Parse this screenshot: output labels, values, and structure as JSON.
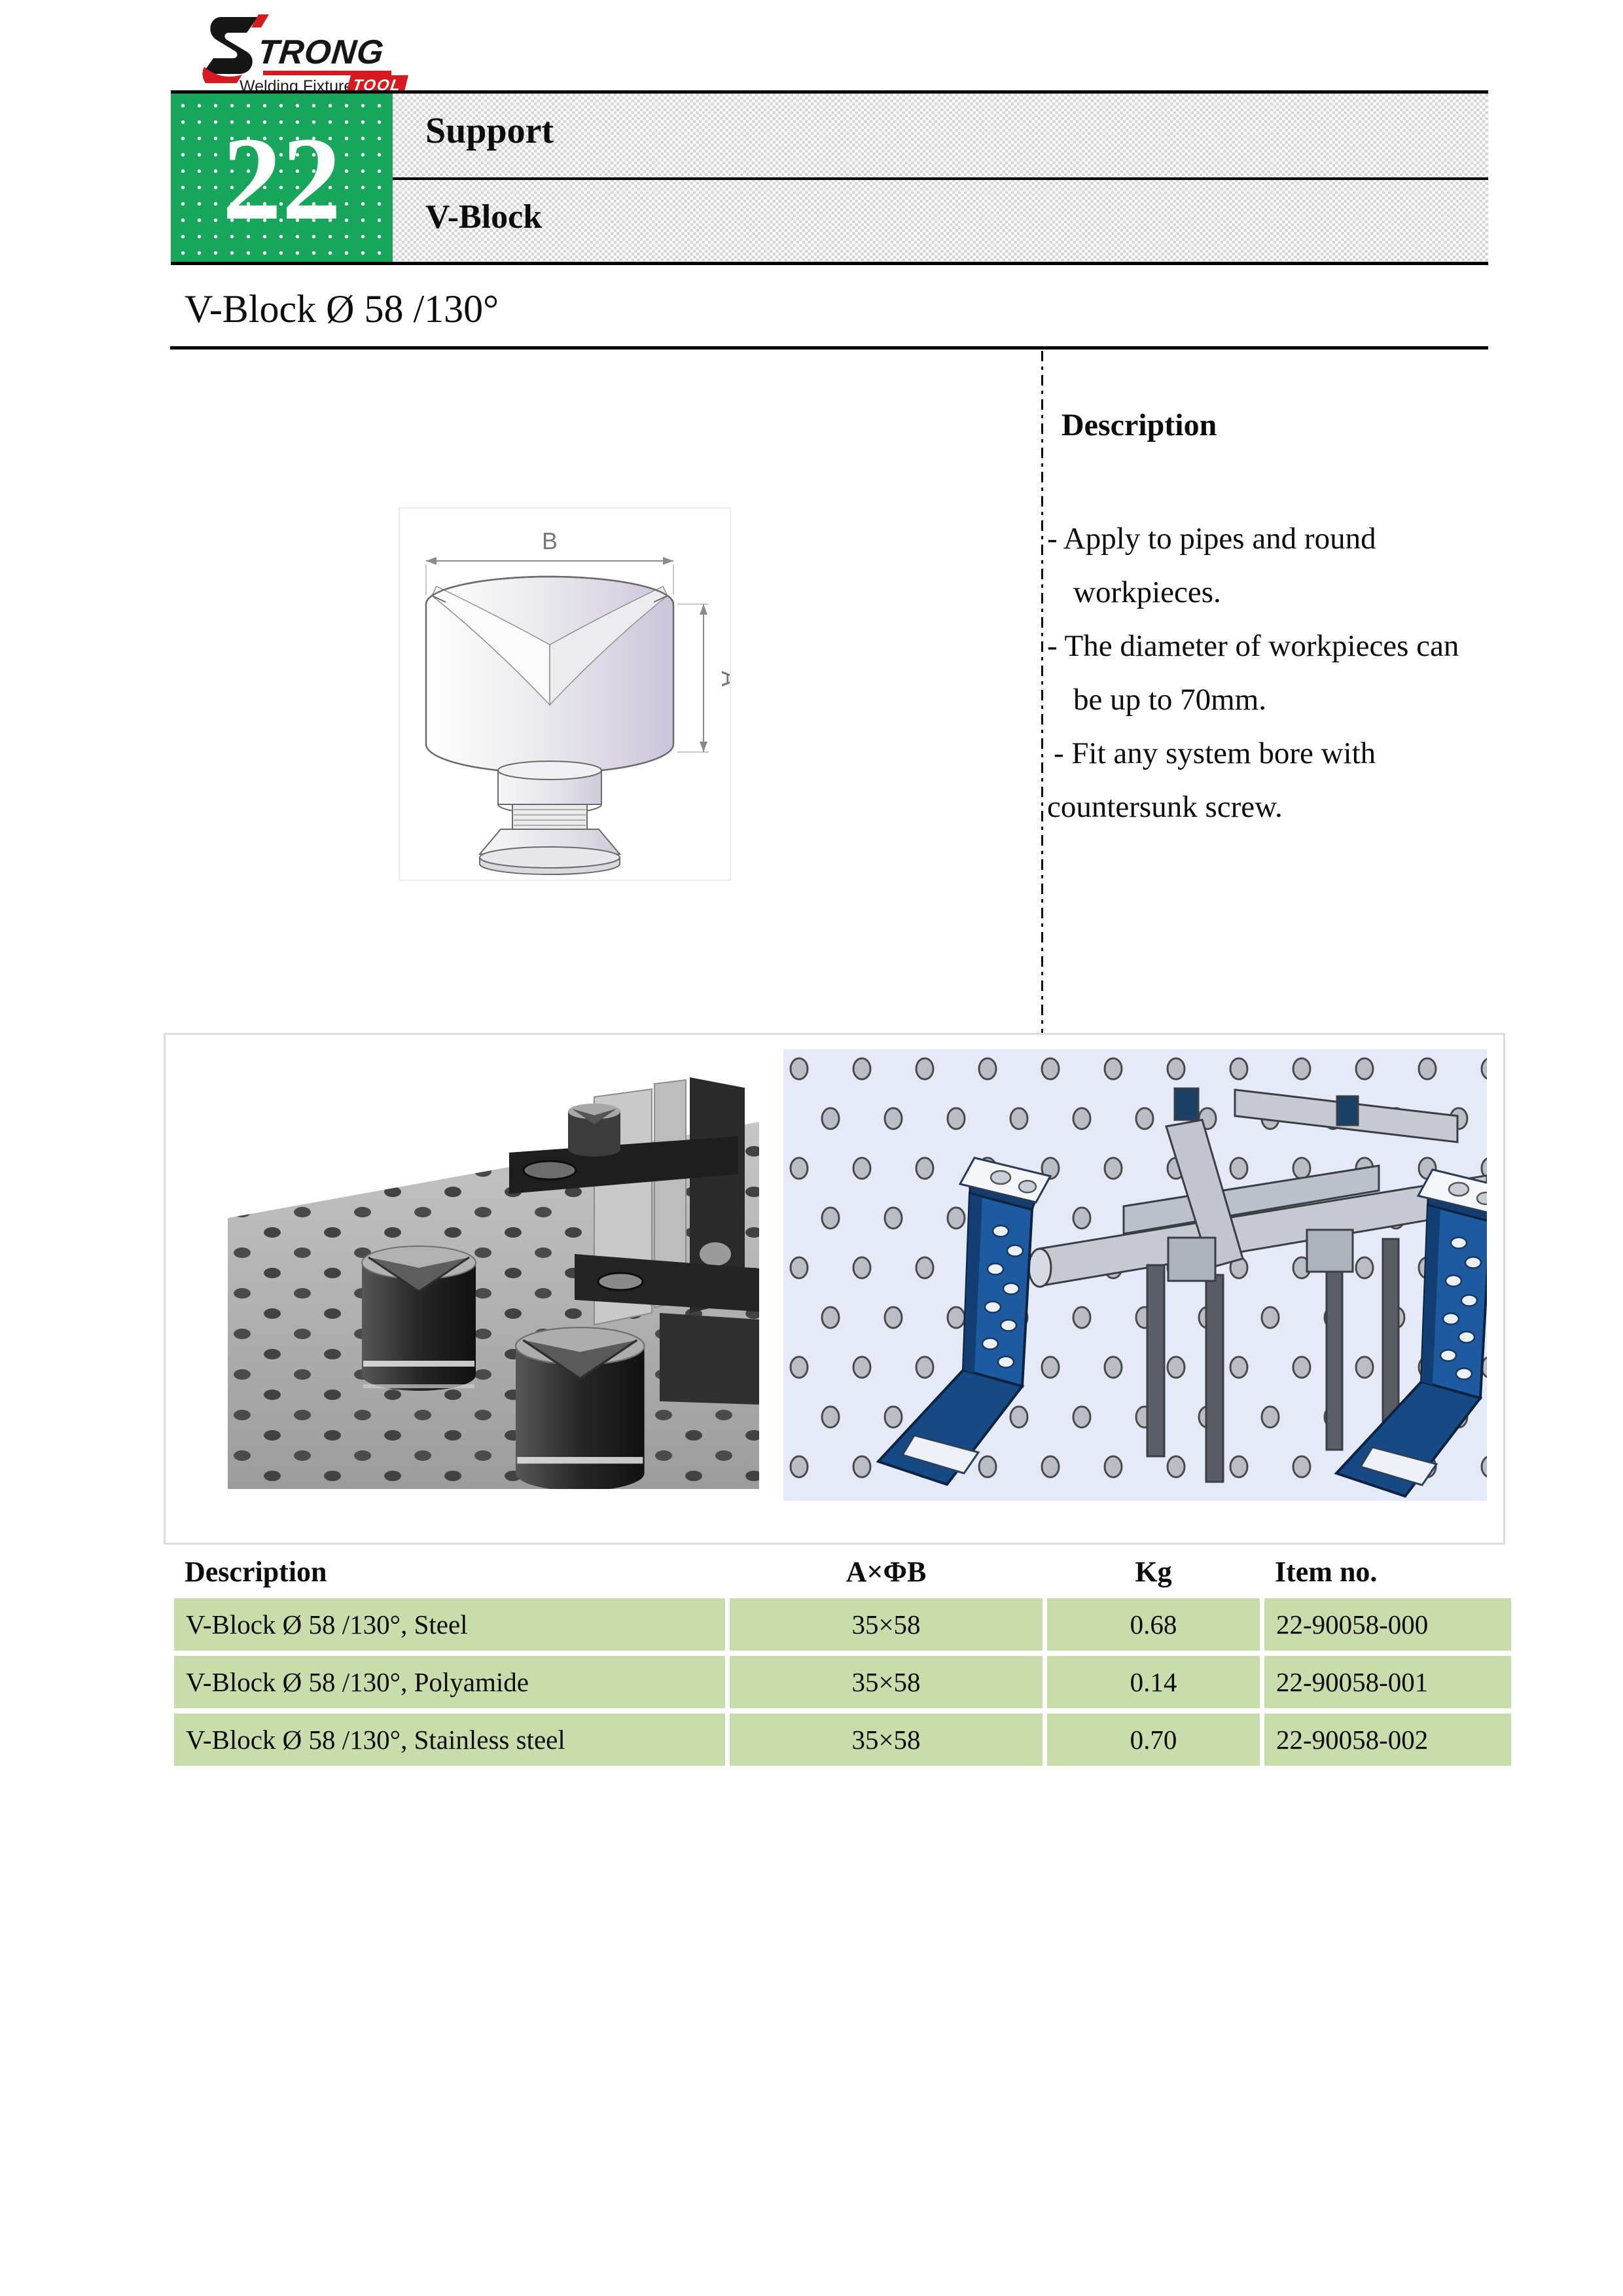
{
  "page": {
    "chapter_number": "22",
    "chapter_title": "Support",
    "chapter_subtitle": "V-Block",
    "product_title": "V-Block Ø 58 /130°"
  },
  "logo": {
    "name_rest": "TRONG",
    "tagline": "Welding Fixture",
    "badge": "TOOL"
  },
  "drawing": {
    "width_dim_label": "B",
    "height_dim_label": "A"
  },
  "description": {
    "heading": "Description",
    "lines": [
      "- Apply to pipes and round",
      "workpieces.",
      "- The diameter of workpieces can",
      "be up to 70mm.",
      "- Fit any system bore with",
      "countersunk screw."
    ]
  },
  "table": {
    "headers": [
      "Description",
      "A×ΦB",
      "Kg",
      "Item no."
    ],
    "rows": [
      {
        "description": "V-Block Ø 58 /130°, Steel",
        "a_x_phib": "35×58",
        "kg": "0.68",
        "item_no": "22-90058-000"
      },
      {
        "description": "V-Block Ø 58 /130°, Polyamide",
        "a_x_phib": "35×58",
        "kg": "0.14",
        "item_no": "22-90058-001"
      },
      {
        "description": "V-Block Ø 58 /130°, Stainless steel",
        "a_x_phib": "35×58",
        "kg": "0.70",
        "item_no": "22-90058-002"
      }
    ]
  },
  "colors": {
    "chapter_green": "#18a55c",
    "table_row_green": "#c9dcab",
    "logo_red": "#d71920",
    "bracket_blue": "#1e5aa0"
  }
}
